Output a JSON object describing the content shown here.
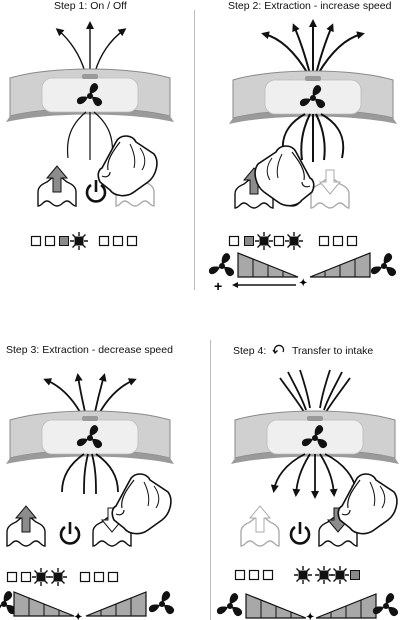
{
  "steps": [
    {
      "title": "Step 1: On / Off"
    },
    {
      "title": "Step 2: Extraction - increase speed"
    },
    {
      "title": "Step 3: Extraction - decrease speed"
    },
    {
      "title": "Step 4:",
      "title_suffix": "Transfer to intake",
      "icon": "rotate-arrow-icon"
    }
  ],
  "speed_scale": {
    "plus": "+",
    "minus": "-"
  },
  "colors": {
    "ink": "#111111",
    "panel_fill": "#d3d3d3",
    "panel_inner": "#f2f2f2",
    "led_gray": "#8a8a8a",
    "pointer_fill": "#8c8c8c"
  }
}
